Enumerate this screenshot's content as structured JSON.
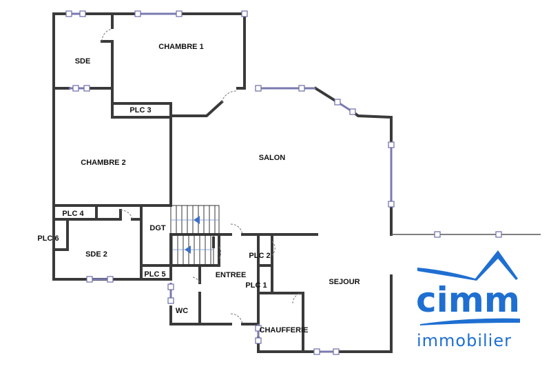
{
  "rooms": {
    "chambre1": "CHAMBRE 1",
    "sde": "SDE",
    "plc3": "PLC 3",
    "chambre2": "CHAMBRE 2",
    "salon": "SALON",
    "plc4": "PLC 4",
    "plc6": "PLC 6",
    "dgt": "DGT",
    "sde2": "SDE 2",
    "plc5": "PLC 5",
    "entree": "ENTREE",
    "plc2": "PLC 2",
    "plc1": "PLC 1",
    "sejour": "SEJOUR",
    "wc": "WC",
    "chaufferie": "CHAUFFERIE"
  },
  "logo": {
    "brand": "cimm",
    "tagline": "immobilier",
    "color": "#1f6fd1"
  },
  "colors": {
    "wall": "#3a3a3a",
    "window": "#7a7ab0",
    "stair_arrow": "#3f6fc8"
  }
}
